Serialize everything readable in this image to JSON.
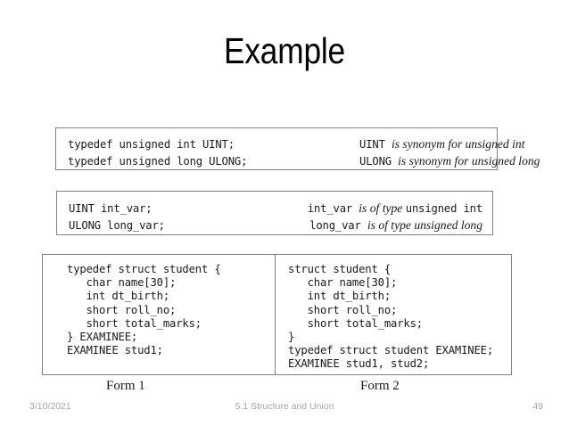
{
  "slide": {
    "title": "Example"
  },
  "typedef_box": {
    "rows": [
      {
        "code": "typedef unsigned int UINT;",
        "desc_mono": "UINT ",
        "desc_italic": "is synonym for unsigned int"
      },
      {
        "code": "typedef unsigned long ULONG;",
        "desc_mono": "ULONG ",
        "desc_italic": "is synonym for unsigned long"
      }
    ]
  },
  "declaration_box": {
    "rows": [
      {
        "code": "UINT int_var;",
        "desc_mono_lead": "int_var ",
        "desc_italic": "is of type ",
        "desc_mono_tail": "unsigned int"
      },
      {
        "code": "ULONG long_var;",
        "desc_mono_lead": "long_var ",
        "desc_italic": "is of type unsigned long",
        "desc_mono_tail": ""
      }
    ]
  },
  "forms_box": {
    "form1": {
      "caption": "Form 1",
      "code": "typedef struct student {\n   char name[30];\n   int dt_birth;\n   short roll_no;\n   short total_marks;\n} EXAMINEE;\nEXAMINEE stud1;"
    },
    "form2": {
      "caption": "Form 2",
      "code": "struct student {\n   char name[30];\n   int dt_birth;\n   short roll_no;\n   short total_marks;\n}\ntypedef struct student EXAMINEE;\nEXAMINEE stud1, stud2;"
    }
  },
  "footer": {
    "date": "3/10/2021",
    "title": "5.1 Structure and Union",
    "page_number": "49"
  },
  "colors": {
    "background": "#ffffff",
    "text": "#1a1a1a",
    "border": "#7f7f7f",
    "footer_text": "#a6a6a6"
  }
}
